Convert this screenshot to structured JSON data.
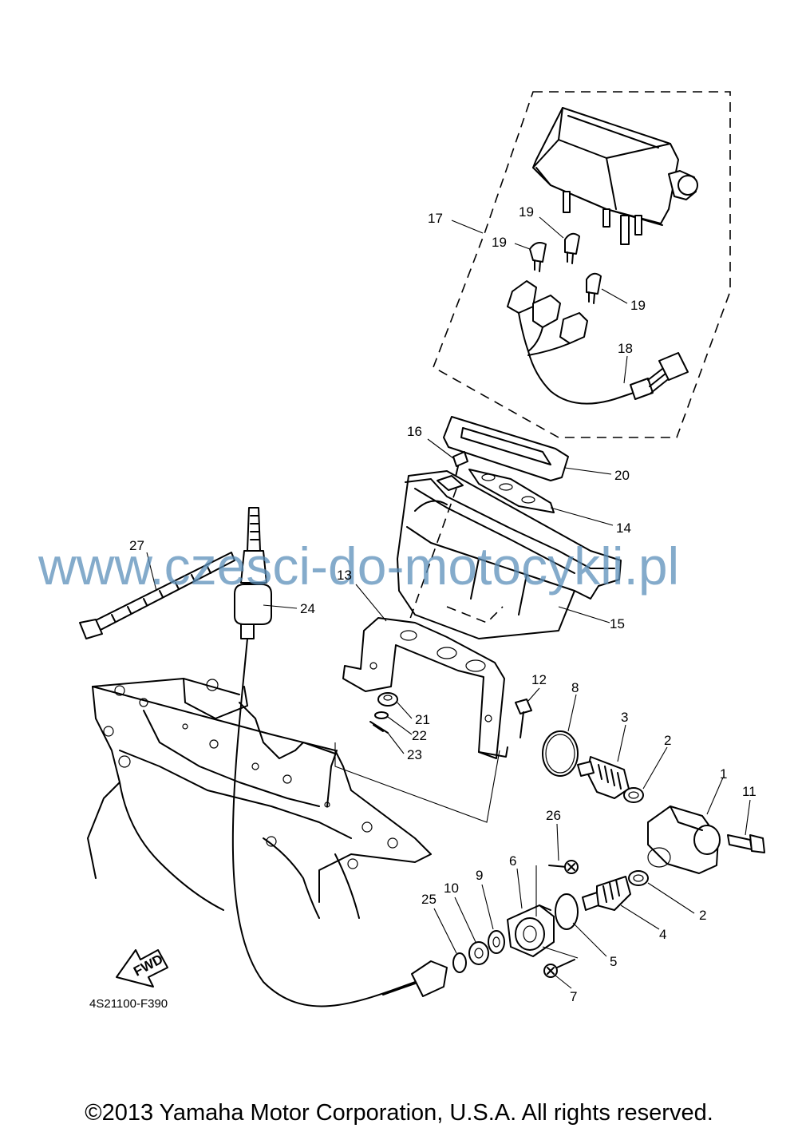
{
  "watermark": "www.czesci-do-motocykli.pl",
  "diagram_code": "4S21100-F390",
  "fwd_label": "FWD",
  "copyright": "©2013 Yamaha Motor Corporation, U.S.A. All rights reserved.",
  "part_labels": {
    "p1": "1",
    "p2a": "2",
    "p2b": "2",
    "p3": "3",
    "p4": "4",
    "p5": "5",
    "p6": "6",
    "p7": "7",
    "p8": "8",
    "p9": "9",
    "p10": "10",
    "p11": "11",
    "p12": "12",
    "p13": "13",
    "p14": "14",
    "p15": "15",
    "p16": "16",
    "p17": "17",
    "p18": "18",
    "p19a": "19",
    "p19b": "19",
    "p19c": "19",
    "p20": "20",
    "p21": "21",
    "p22": "22",
    "p23": "23",
    "p24": "24",
    "p25": "25",
    "p26": "26",
    "p27": "27"
  }
}
